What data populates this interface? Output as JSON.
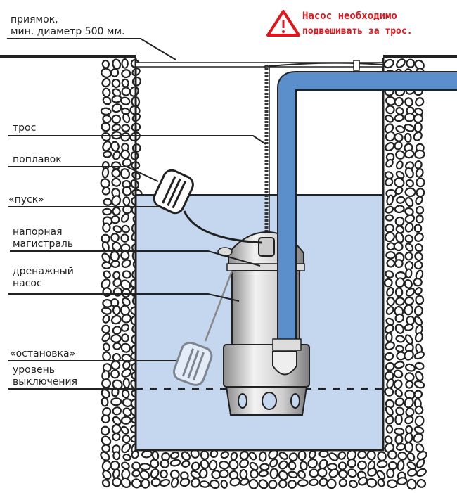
{
  "labels": {
    "pit": [
      "приямок,",
      "мин. диаметр 500 мм."
    ],
    "rope": "трос",
    "float": "поплавок",
    "start": "«пуск»",
    "pressure_line": [
      "напорная",
      "магистраль"
    ],
    "drain_pump": [
      "дренажный",
      "насос"
    ],
    "stop": "«остановка»",
    "off_level": [
      "уровень",
      "выключения"
    ]
  },
  "warning": {
    "icon": "warning-triangle-icon",
    "lines": [
      "Насос необходимо",
      "подвешивать за трос."
    ],
    "color": "#e3141c"
  },
  "colors": {
    "water": "#c4d7ee",
    "pipe": "#5b8fcc",
    "line": "#222222"
  }
}
